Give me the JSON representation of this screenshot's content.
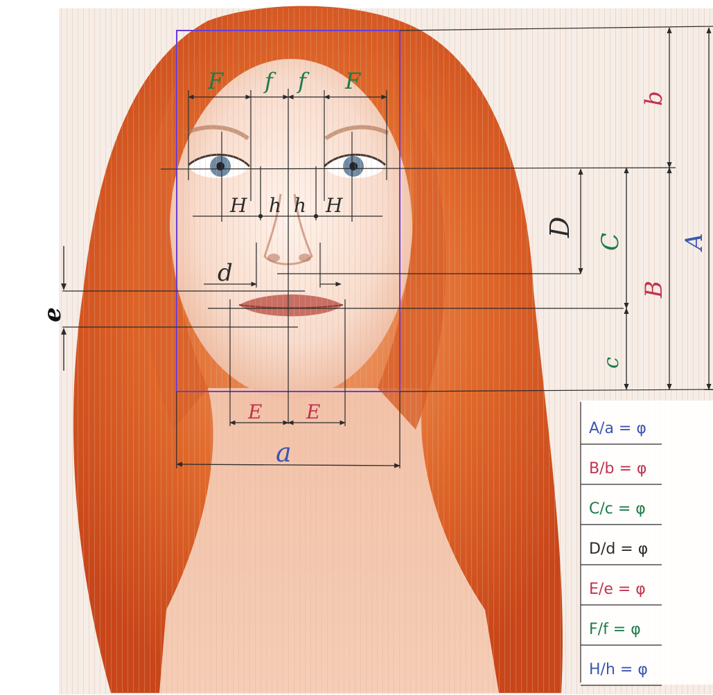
{
  "colors": {
    "purple": "#6a3fd4",
    "green": "#1f7a4a",
    "red": "#c0334d",
    "blue": "#3a55b0",
    "dark": "#2b2b2b",
    "hair": "#d4541c",
    "skin": "#f7d6c6"
  },
  "labels": {
    "F_left": "F",
    "f_left": "f",
    "f_right": "f",
    "F_right": "F",
    "H_left": "H",
    "h_left": "h",
    "h_right": "h",
    "H_right": "H",
    "d": "d",
    "e": "e",
    "E_left": "E",
    "E_right": "E",
    "a": "a",
    "b": "b",
    "A": "A",
    "B": "B",
    "C": "C",
    "c": "c",
    "D": "D"
  },
  "formulas": [
    {
      "num": "A",
      "den": "a",
      "eq": "= φ",
      "color": "#3a55b0"
    },
    {
      "num": "B",
      "den": "b",
      "eq": "= φ",
      "color": "#c0334d"
    },
    {
      "num": "C",
      "den": "c",
      "eq": "= φ",
      "color": "#1f7a4a"
    },
    {
      "num": "D",
      "den": "d",
      "eq": "= φ",
      "color": "#2b2b2b"
    },
    {
      "num": "E",
      "den": "e",
      "eq": "= φ",
      "color": "#c0334d"
    },
    {
      "num": "F",
      "den": "f",
      "eq": "= φ",
      "color": "#1f7a4a"
    },
    {
      "num": "H",
      "den": "h",
      "eq": "= φ",
      "color": "#3a55b0"
    }
  ]
}
